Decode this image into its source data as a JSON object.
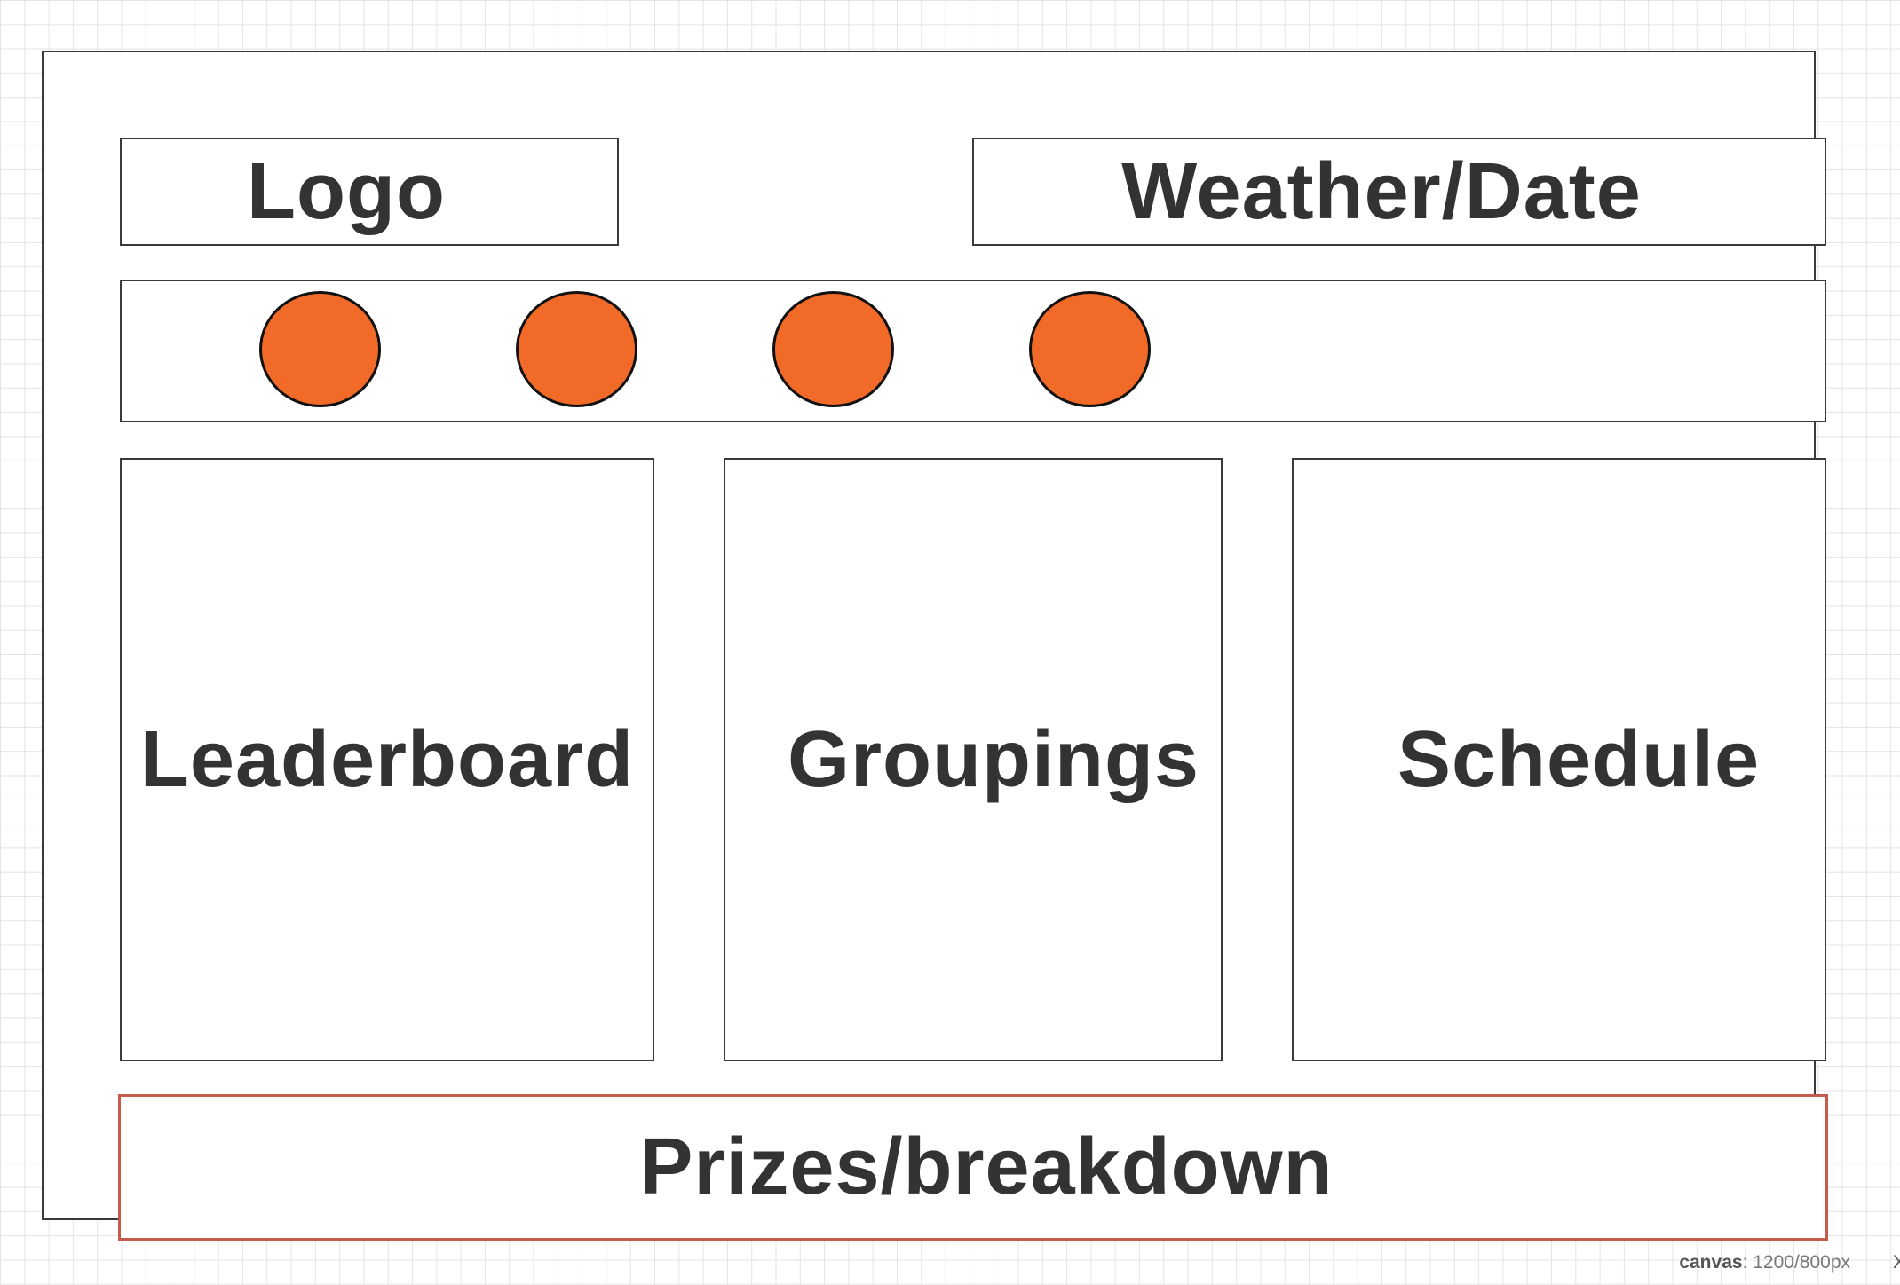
{
  "wireframe": {
    "logo": {
      "label": "Logo"
    },
    "weather_date": {
      "label": "Weather/Date"
    },
    "nav": {
      "dots": [
        "dot",
        "dot",
        "dot",
        "dot"
      ]
    },
    "panels": [
      {
        "label": "Leaderboard"
      },
      {
        "label": "Groupings"
      },
      {
        "label": "Schedule"
      }
    ],
    "footer": {
      "label": "Prizes/breakdown",
      "border_color": "#c65a4c"
    },
    "accent_color": "#f26a27"
  },
  "status": {
    "canvas_key": "canvas",
    "canvas_value": ": 1200/800px",
    "close_label": "X"
  }
}
